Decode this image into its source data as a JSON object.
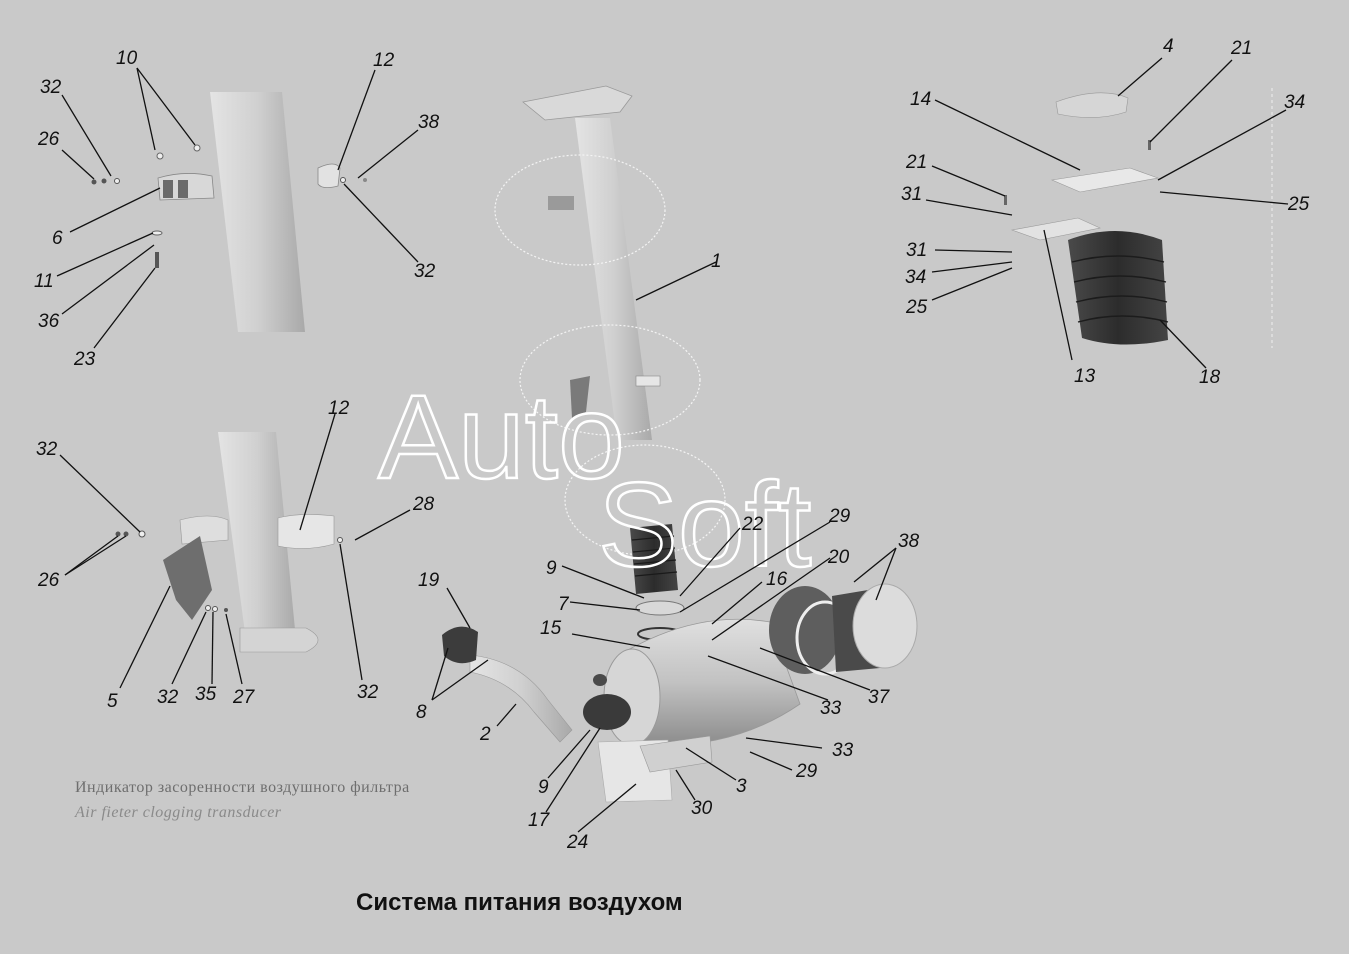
{
  "title": "Система питания воздухом",
  "watermark": "AutoSoft",
  "caption": {
    "ru": "Индикатор засоренности воздушного фильтра",
    "en": "Air fieter clogging transducer"
  },
  "callouts": [
    {
      "id": "c1",
      "text": "1"
    },
    {
      "id": "c2",
      "text": "2"
    },
    {
      "id": "c3",
      "text": "3"
    },
    {
      "id": "c4",
      "text": "4"
    },
    {
      "id": "c5",
      "text": "5"
    },
    {
      "id": "c6",
      "text": "6"
    },
    {
      "id": "c7",
      "text": "7"
    },
    {
      "id": "c8",
      "text": "8"
    },
    {
      "id": "c9a",
      "text": "9"
    },
    {
      "id": "c9b",
      "text": "9"
    },
    {
      "id": "c10",
      "text": "10"
    },
    {
      "id": "c11",
      "text": "11"
    },
    {
      "id": "c12a",
      "text": "12"
    },
    {
      "id": "c12b",
      "text": "12"
    },
    {
      "id": "c13",
      "text": "13"
    },
    {
      "id": "c14",
      "text": "14"
    },
    {
      "id": "c15",
      "text": "15"
    },
    {
      "id": "c16",
      "text": "16"
    },
    {
      "id": "c17",
      "text": "17"
    },
    {
      "id": "c18",
      "text": "18"
    },
    {
      "id": "c19",
      "text": "19"
    },
    {
      "id": "c20",
      "text": "20"
    },
    {
      "id": "c21a",
      "text": "21"
    },
    {
      "id": "c21b",
      "text": "21"
    },
    {
      "id": "c22",
      "text": "22"
    },
    {
      "id": "c23",
      "text": "23"
    },
    {
      "id": "c24",
      "text": "24"
    },
    {
      "id": "c25a",
      "text": "25"
    },
    {
      "id": "c25b",
      "text": "25"
    },
    {
      "id": "c26a",
      "text": "26"
    },
    {
      "id": "c26b",
      "text": "26"
    },
    {
      "id": "c27",
      "text": "27"
    },
    {
      "id": "c28",
      "text": "28"
    },
    {
      "id": "c29a",
      "text": "29"
    },
    {
      "id": "c29b",
      "text": "29"
    },
    {
      "id": "c30",
      "text": "30"
    },
    {
      "id": "c31a",
      "text": "31"
    },
    {
      "id": "c31b",
      "text": "31"
    },
    {
      "id": "c32a",
      "text": "32"
    },
    {
      "id": "c32b",
      "text": "32"
    },
    {
      "id": "c32c",
      "text": "32"
    },
    {
      "id": "c32d",
      "text": "32"
    },
    {
      "id": "c32e",
      "text": "32"
    },
    {
      "id": "c33a",
      "text": "33"
    },
    {
      "id": "c33b",
      "text": "33"
    },
    {
      "id": "c34a",
      "text": "34"
    },
    {
      "id": "c34b",
      "text": "34"
    },
    {
      "id": "c35",
      "text": "35"
    },
    {
      "id": "c36",
      "text": "36"
    },
    {
      "id": "c37",
      "text": "37"
    },
    {
      "id": "c38a",
      "text": "38"
    },
    {
      "id": "c38b",
      "text": "38"
    }
  ]
}
